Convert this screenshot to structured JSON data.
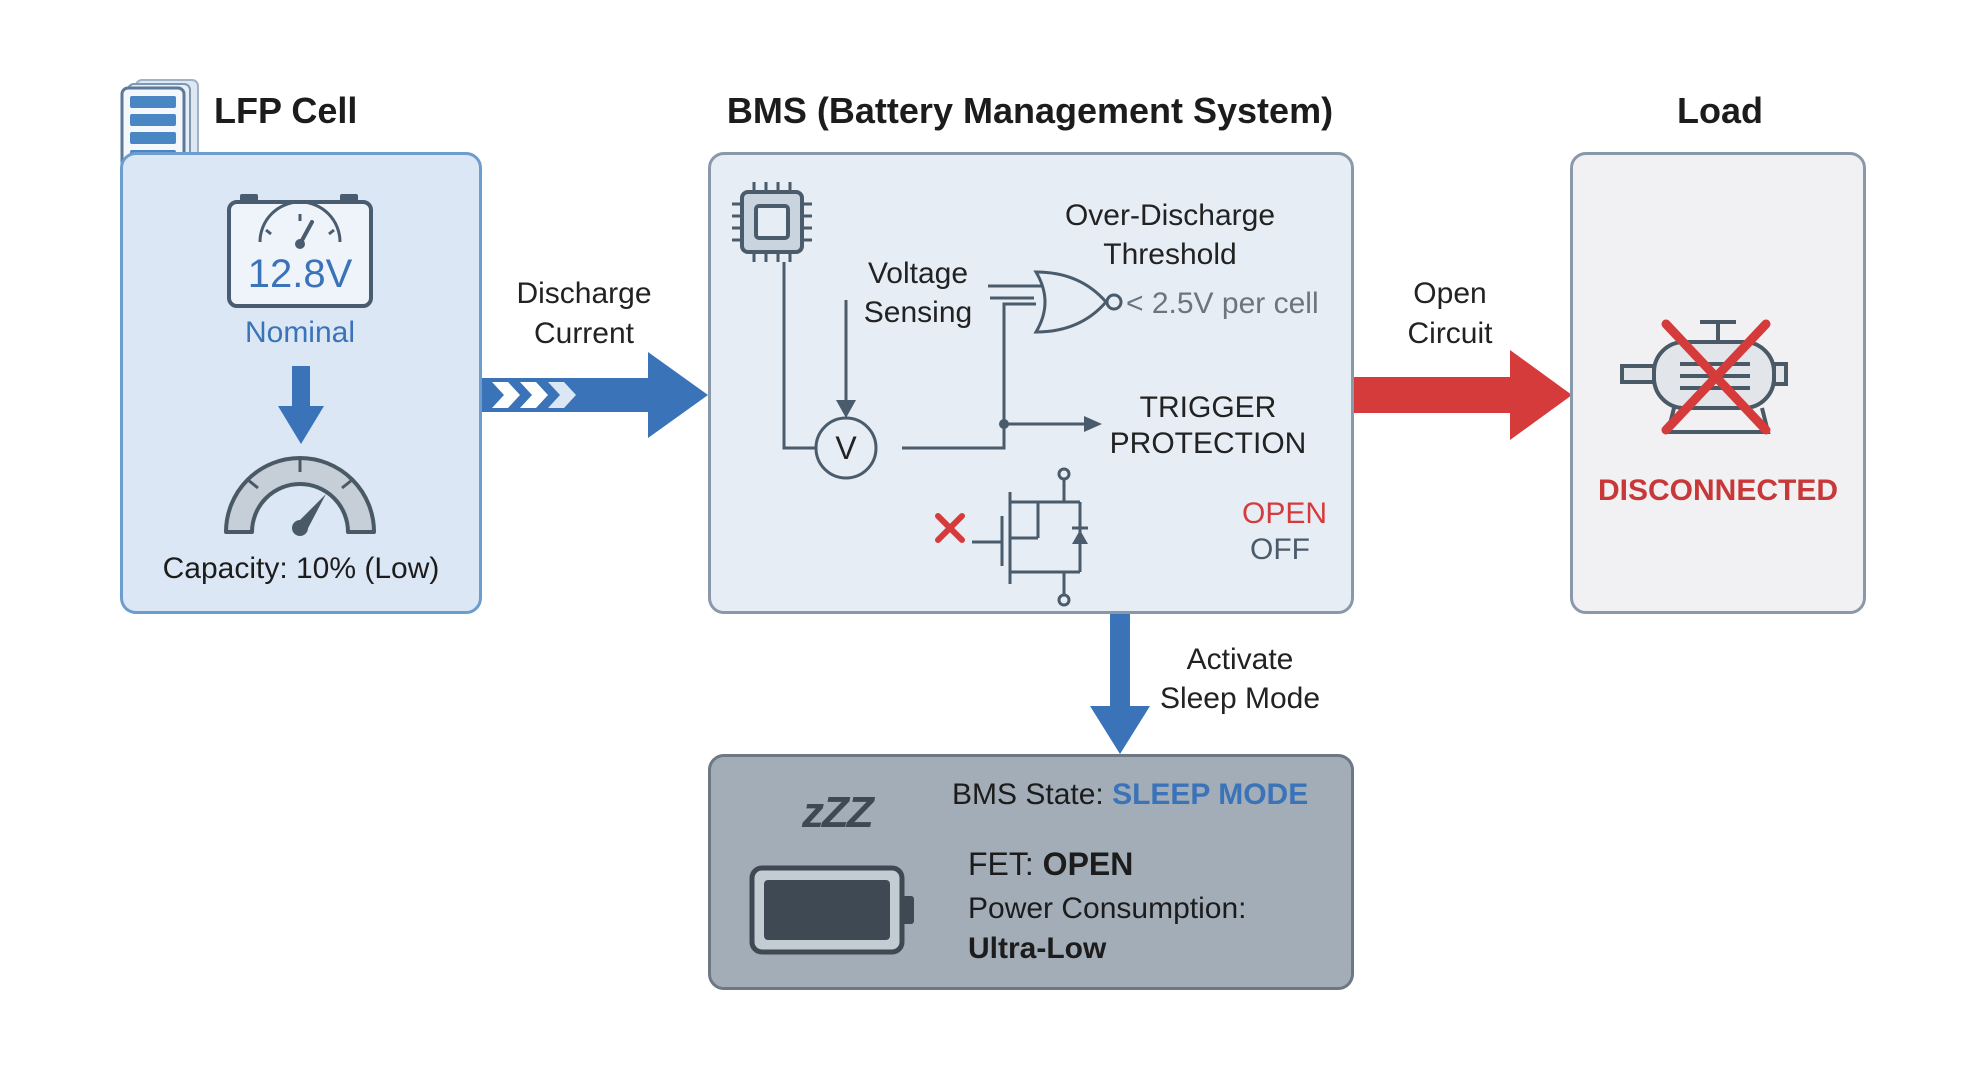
{
  "cell": {
    "title": "LFP Cell",
    "voltage": "12.8V",
    "voltage_caption": "Nominal",
    "capacity": "Capacity: 10% (Low)"
  },
  "bms": {
    "title": "BMS (Battery Management System)",
    "voltage_sensing_line1": "Voltage",
    "voltage_sensing_line2": "Sensing",
    "threshold_line1": "Over-Discharge",
    "threshold_line2": "Threshold",
    "threshold_value": "< 2.5V per cell",
    "voltmeter_symbol": "V",
    "trigger_line1": "TRIGGER",
    "trigger_line2": "PROTECTION",
    "fet_open": "OPEN",
    "fet_off": "OFF"
  },
  "load": {
    "title": "Load",
    "status": "DISCONNECTED"
  },
  "flows": {
    "discharge_line1": "Discharge",
    "discharge_line2": "Current",
    "open_circuit_line1": "Open",
    "open_circuit_line2": "Circuit",
    "activate_line1": "Activate",
    "activate_line2": "Sleep Mode"
  },
  "sleep": {
    "state_label": "BMS State:",
    "state_value": "SLEEP MODE",
    "fet_label": "FET:",
    "fet_value": "OPEN",
    "power_label": "Power Consumption:",
    "power_value": "Ultra-Low",
    "zzz": "zZZ"
  },
  "colors": {
    "blue": "#3a73b8",
    "red": "#d63b3b",
    "cell_fill": "#dbe7f4",
    "bms_fill": "#e6edf4",
    "load_fill": "#f1f1f3",
    "sleep_fill": "#a2adb8"
  }
}
